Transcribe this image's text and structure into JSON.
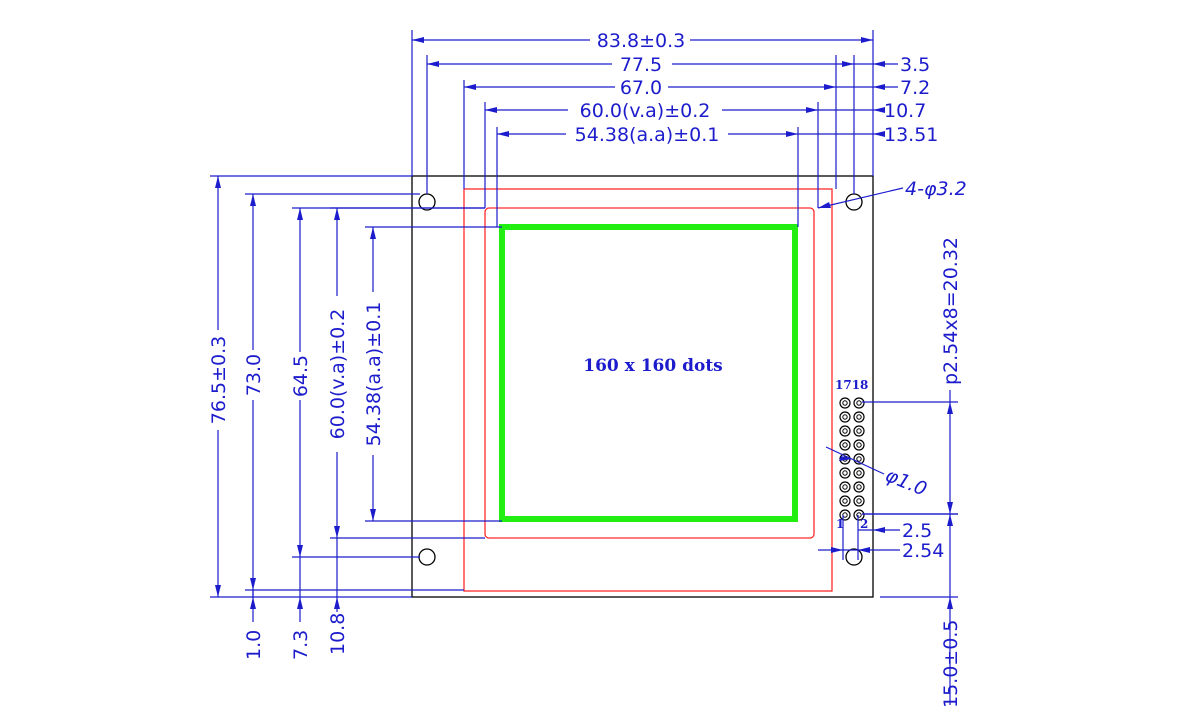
{
  "drawing": {
    "center_label": "160 x 160 dots",
    "horizontal_dims": {
      "overall": "83.8±0.3",
      "hole_pitch": "77.5",
      "bezel": "67.0",
      "view_area": "60.0(v.a)±0.2",
      "active_area": "54.38(a.a)±0.1",
      "off_hole": "3.5",
      "off_bezel": "7.2",
      "off_va": "10.7",
      "off_aa": "13.51"
    },
    "vertical_dims": {
      "overall": "76.5±0.3",
      "hole_pitch": "73.0",
      "bezel": "64.5",
      "view_area": "60.0(v.a)±0.2",
      "active_area": "54.38(a.a)±0.1",
      "off_hole": "1.0",
      "off_bezel": "7.3",
      "off_va": "10.8"
    },
    "notes": {
      "mount_holes": "4-φ3.2",
      "pin_diameter": "φ1.0",
      "pin_pitch": "p2.54x8=20.32",
      "pin_spacing": "2.5",
      "pin_column_pitch": "2.54",
      "pin_offset": "15.0±0.5"
    },
    "pin_labels": {
      "top_pair": "1718",
      "bottom_left": "1",
      "bottom_right": "2"
    }
  },
  "colors": {
    "dimension": "#1c1ccc",
    "outline": "#000000",
    "bezel": "#ff2a2a",
    "active_area": "#22ee11"
  }
}
